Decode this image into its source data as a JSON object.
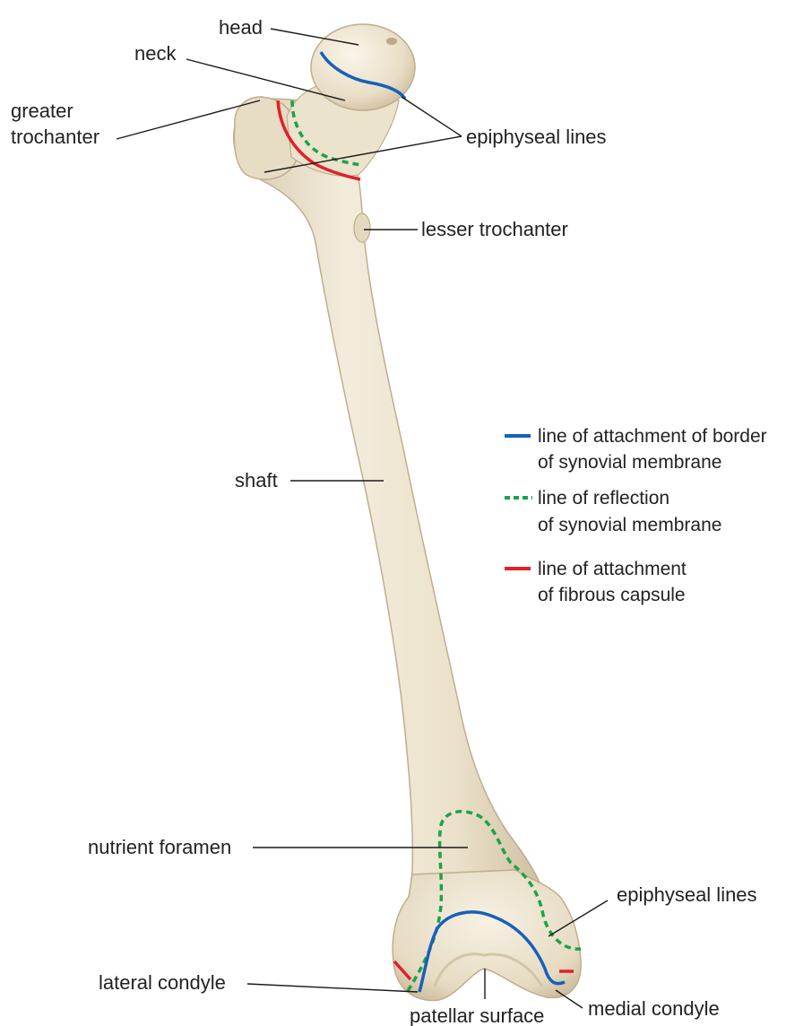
{
  "labels": {
    "head": "head",
    "neck": "neck",
    "greater_trochanter_1": "greater",
    "greater_trochanter_2": "trochanter",
    "epiphyseal_lines_upper": "epiphyseal lines",
    "lesser_trochanter": "lesser trochanter",
    "shaft": "shaft",
    "nutrient_foramen": "nutrient foramen",
    "epiphyseal_lines_lower": "epiphyseal lines",
    "lateral_condyle": "lateral condyle",
    "medial_condyle": "medial condyle",
    "patellar_surface": "patellar surface"
  },
  "legend": {
    "items": [
      {
        "line1": "line of attachment of border",
        "line2": "of synovial membrane",
        "color": "#1560bd",
        "style": "solid"
      },
      {
        "line1": "line of reflection",
        "line2": "of synovial membrane",
        "color": "#1aa34a",
        "style": "dashed"
      },
      {
        "line1": "line of attachment",
        "line2": "of fibrous capsule",
        "color": "#e0202a",
        "style": "solid"
      }
    ]
  },
  "colors": {
    "bone": "#efe6d2",
    "bone_shade": "#d9cbb0",
    "synovial_border": "#1560bd",
    "synovial_reflection": "#1aa34a",
    "fibrous_capsule": "#e0202a"
  }
}
